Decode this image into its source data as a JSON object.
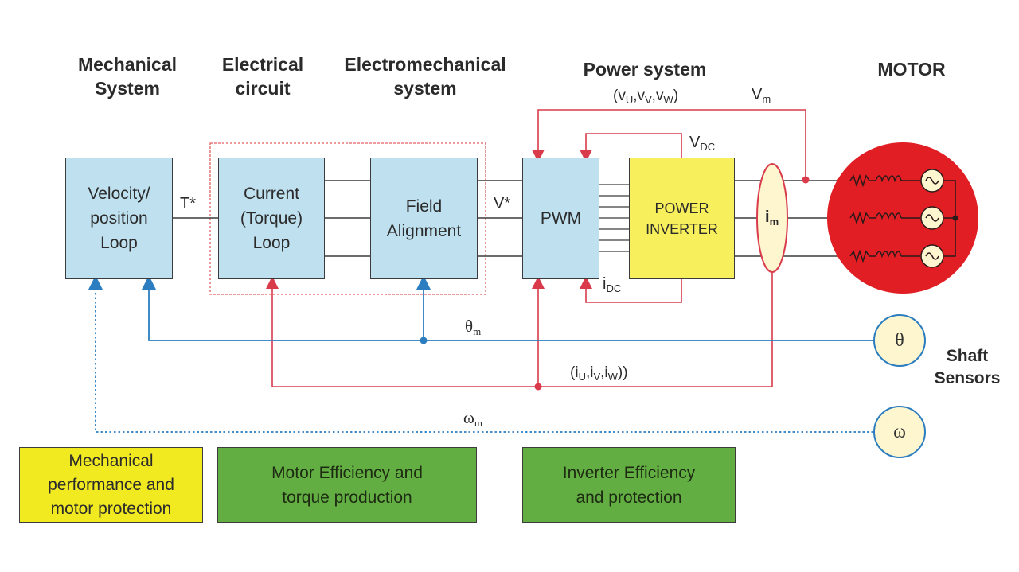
{
  "headers": {
    "mechanical_line1": "Mechanical",
    "mechanical_line2": "System",
    "electrical_line1": "Electrical",
    "electrical_line2": "circuit",
    "electromech_line1": "Electromechanical",
    "electromech_line2": "system",
    "power_system": "Power system",
    "motor": "MOTOR",
    "shaft_line1": "Shaft",
    "shaft_line2": "Sensors"
  },
  "blocks": {
    "velocity_line1": "Velocity/",
    "velocity_line2": "position",
    "velocity_line3": "Loop",
    "current_line1": "Current",
    "current_line2": "(Torque)",
    "current_line3": "Loop",
    "field_line1": "Field",
    "field_line2": "Alignment",
    "pwm": "PWM",
    "inverter_line1": "POWER",
    "inverter_line2": "INVERTER"
  },
  "signals": {
    "t_star": "T*",
    "v_star": "V*",
    "vuvw_open": "(v",
    "vu_sub": "U",
    "sep1": ",v",
    "vv_sub": "V",
    "sep2": ",v",
    "vw_sub": "W",
    "vuvw_close": ")",
    "vm_main": "V",
    "vm_sub": "m",
    "vdc_main": "V",
    "vdc_sub": "DC",
    "idc_main": "i",
    "idc_sub": "DC",
    "im_main": "i",
    "im_sub": "m",
    "theta_main": "θ",
    "theta_sub": "m",
    "iuvw_open": "(i",
    "iu_sub": "U",
    "isep1": ",i",
    "iv_sub": "V",
    "isep2": ",i",
    "iw_sub": "W",
    "iuvw_close": "))",
    "omega_main": "ω",
    "omega_sub": "m"
  },
  "sensors": {
    "theta": "θ",
    "omega": "ω"
  },
  "bottom": {
    "mech_line1": "Mechanical",
    "mech_line2": "performance and",
    "mech_line3": "motor protection",
    "motor_eff_line1": "Motor Efficiency and",
    "motor_eff_line2": "torque production",
    "inv_eff_line1": "Inverter Efficiency",
    "inv_eff_line2": "and protection"
  },
  "colors": {
    "block_blue": "#bfe0ef",
    "inverter_yellow": "#f7ef5c",
    "efficiency_green": "#63ae43",
    "mechanical_yellow": "#f2ea21",
    "motor_red": "#e01e24",
    "feedback_red": "#d93b4a",
    "feedback_blue": "#2c7dc0"
  }
}
